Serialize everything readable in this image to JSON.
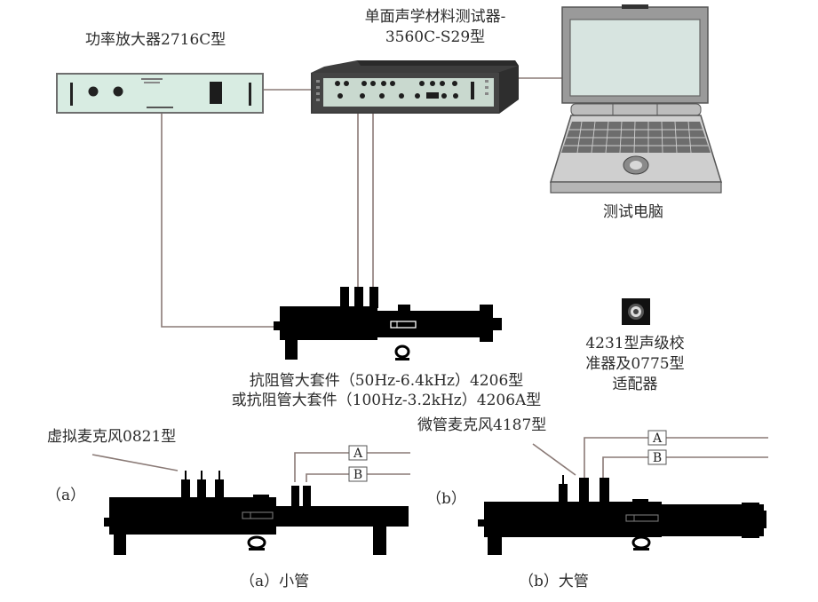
{
  "colors": {
    "background": "#ffffff",
    "wire": "#8a7a76",
    "tube_body": "#000000",
    "amplifier_panel": "#d8ece2",
    "analyzer_case": "#3a3a3a",
    "laptop_screen": "#d7e4e0",
    "laptop_body": "#c9c9c9",
    "text": "#2b2b2b"
  },
  "labels": {
    "amplifier": "功率放大器2716C型",
    "analyzer_line1": "单面声学材料测试器-",
    "analyzer_line2": "3560C-S29型",
    "computer": "测试电脑",
    "kit_line1": "抗阻管大套件（50Hz-6.4kHz）4206型",
    "kit_line2": "或抗阻管大套件（100Hz-3.2kHz）4206A型",
    "calibrator_line1": "4231型声级校",
    "calibrator_line2": "准器及0775型",
    "calibrator_line3": "适配器",
    "virtual_mic": "虚拟麦克风0821型",
    "tube_mic": "微管麦克风4187型",
    "panel_a_marker": "（a）",
    "panel_b_marker": "（b）",
    "caption_a": "（a）小管",
    "caption_b": "（b）大管",
    "channel_a": "A",
    "channel_b": "B"
  },
  "icons": {
    "amplifier": "power-amplifier-icon",
    "analyzer": "analyzer-rack-icon",
    "computer": "laptop-icon",
    "tube_kit": "impedance-tube-icon",
    "calibrator": "sound-calibrator-icon"
  }
}
